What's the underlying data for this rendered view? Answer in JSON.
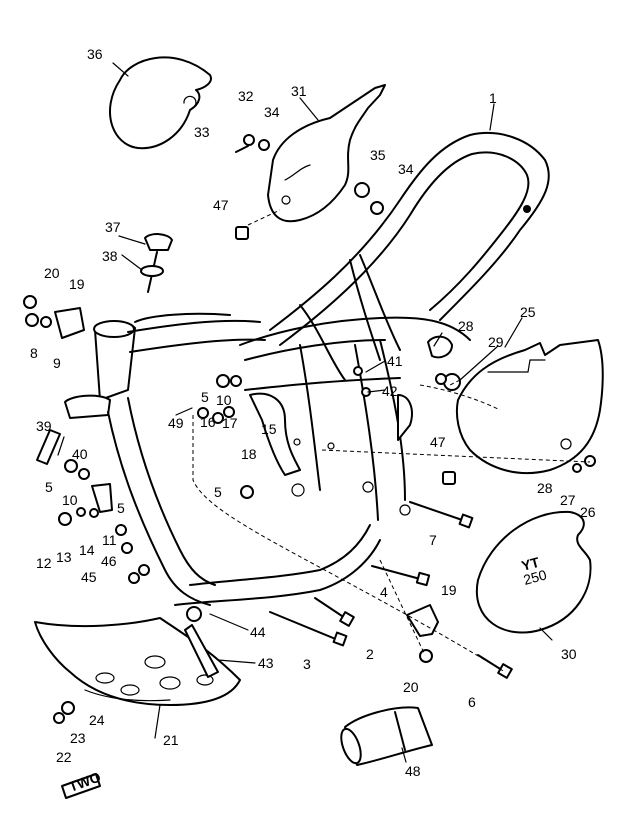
{
  "callouts": [
    {
      "id": "c1",
      "text": "1"
    },
    {
      "id": "c2",
      "text": "2"
    },
    {
      "id": "c3",
      "text": "3"
    },
    {
      "id": "c4",
      "text": "4"
    },
    {
      "id": "c5a",
      "text": "5"
    },
    {
      "id": "c5b",
      "text": "5"
    },
    {
      "id": "c5c",
      "text": "5"
    },
    {
      "id": "c5d",
      "text": "5"
    },
    {
      "id": "c6",
      "text": "6"
    },
    {
      "id": "c7",
      "text": "7"
    },
    {
      "id": "c8",
      "text": "8"
    },
    {
      "id": "c9",
      "text": "9"
    },
    {
      "id": "c10a",
      "text": "10"
    },
    {
      "id": "c10b",
      "text": "10"
    },
    {
      "id": "c11",
      "text": "11"
    },
    {
      "id": "c12",
      "text": "12"
    },
    {
      "id": "c13",
      "text": "13"
    },
    {
      "id": "c14",
      "text": "14"
    },
    {
      "id": "c15",
      "text": "15"
    },
    {
      "id": "c16",
      "text": "16"
    },
    {
      "id": "c17",
      "text": "17"
    },
    {
      "id": "c18",
      "text": "18"
    },
    {
      "id": "c19a",
      "text": "19"
    },
    {
      "id": "c19b",
      "text": "19"
    },
    {
      "id": "c20a",
      "text": "20"
    },
    {
      "id": "c20b",
      "text": "20"
    },
    {
      "id": "c21",
      "text": "21"
    },
    {
      "id": "c22",
      "text": "22"
    },
    {
      "id": "c23",
      "text": "23"
    },
    {
      "id": "c24",
      "text": "24"
    },
    {
      "id": "c25",
      "text": "25"
    },
    {
      "id": "c26",
      "text": "26"
    },
    {
      "id": "c27",
      "text": "27"
    },
    {
      "id": "c28a",
      "text": "28"
    },
    {
      "id": "c28b",
      "text": "28"
    },
    {
      "id": "c29",
      "text": "29"
    },
    {
      "id": "c30",
      "text": "30"
    },
    {
      "id": "c31",
      "text": "31"
    },
    {
      "id": "c32",
      "text": "32"
    },
    {
      "id": "c33",
      "text": "33"
    },
    {
      "id": "c34a",
      "text": "34"
    },
    {
      "id": "c34b",
      "text": "34"
    },
    {
      "id": "c35",
      "text": "35"
    },
    {
      "id": "c36",
      "text": "36"
    },
    {
      "id": "c37",
      "text": "37"
    },
    {
      "id": "c38",
      "text": "38"
    },
    {
      "id": "c39",
      "text": "39"
    },
    {
      "id": "c40",
      "text": "40"
    },
    {
      "id": "c41",
      "text": "41"
    },
    {
      "id": "c42",
      "text": "42"
    },
    {
      "id": "c43",
      "text": "43"
    },
    {
      "id": "c44",
      "text": "44"
    },
    {
      "id": "c45",
      "text": "45"
    },
    {
      "id": "c46",
      "text": "46"
    },
    {
      "id": "c47a",
      "text": "47"
    },
    {
      "id": "c47b",
      "text": "47"
    },
    {
      "id": "c48",
      "text": "48"
    },
    {
      "id": "c49",
      "text": "49"
    }
  ],
  "plate_marks": {
    "number": "YT",
    "model": "250"
  },
  "corner_mark": "TWO"
}
